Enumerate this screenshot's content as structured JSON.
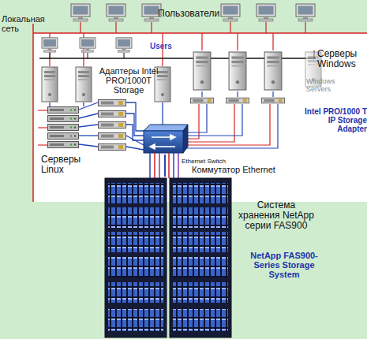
{
  "diagram": {
    "nodes": [
      {
        "text": [
          "Ethernet Switch",
          "Коммутатор Ethernet"
        ]
      },
      {
        "text": [
          "Система хранения NetApp серии FAS900",
          "NetApp FAS900-Series Storage System"
        ]
      }
    ],
    "edges": [
      {
        "from": 0,
        "to": 1,
        "arrow": "none"
      }
    ],
    "labels": [
      "Локальная сеть",
      "Пользователи",
      "Users",
      "Серверы Windows",
      "Адаптеры Intel PRO/1000T Storage",
      "Windows Servers",
      "Intel PRO/1000 T IP Storage Adapter",
      "Серверы Linux"
    ]
  }
}
